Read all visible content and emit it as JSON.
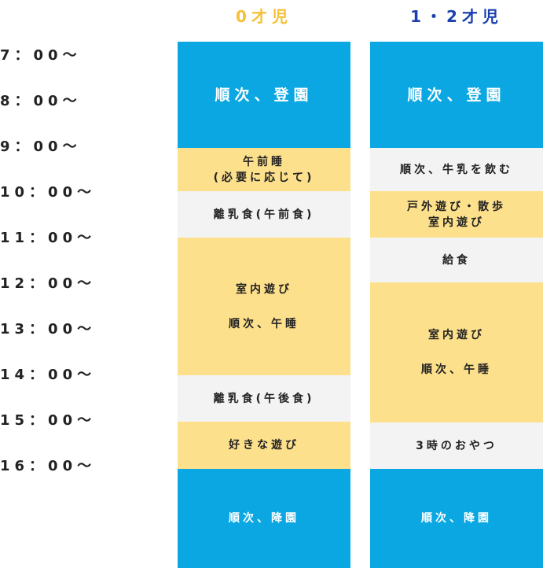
{
  "headers": {
    "age0": "0才児",
    "age12": "1・2才児"
  },
  "times": [
    "7：00～",
    "8：00～",
    "9：00～",
    "10：00～",
    "11：00～",
    "12：00～",
    "13：00～",
    "14：00～",
    "15：00～",
    "16：00～"
  ],
  "age0": {
    "arrival": "順次、登園",
    "morning_nap_1": "午前睡",
    "morning_nap_2": "(必要に応じて)",
    "baby_food_am": "離乳食(午前食)",
    "indoor_play": "室内遊び",
    "nap": "順次、午睡",
    "baby_food_pm": "離乳食(午後食)",
    "free_play": "好きな遊び",
    "departure": "順次、降園"
  },
  "age12": {
    "arrival": "順次、登園",
    "milk": "順次、牛乳を飲む",
    "outdoor_1": "戸外遊び・散歩",
    "outdoor_2": "室内遊び",
    "lunch": "給食",
    "indoor_play": "室内遊び",
    "nap": "順次、午睡",
    "snack": "3時のおやつ",
    "departure": "順次、降園"
  },
  "colors": {
    "blue": "#0aa7e2",
    "yellow": "#fde08c",
    "gray": "#f3f3f3",
    "header0": "#f6c034",
    "header12": "#1a3fae"
  }
}
